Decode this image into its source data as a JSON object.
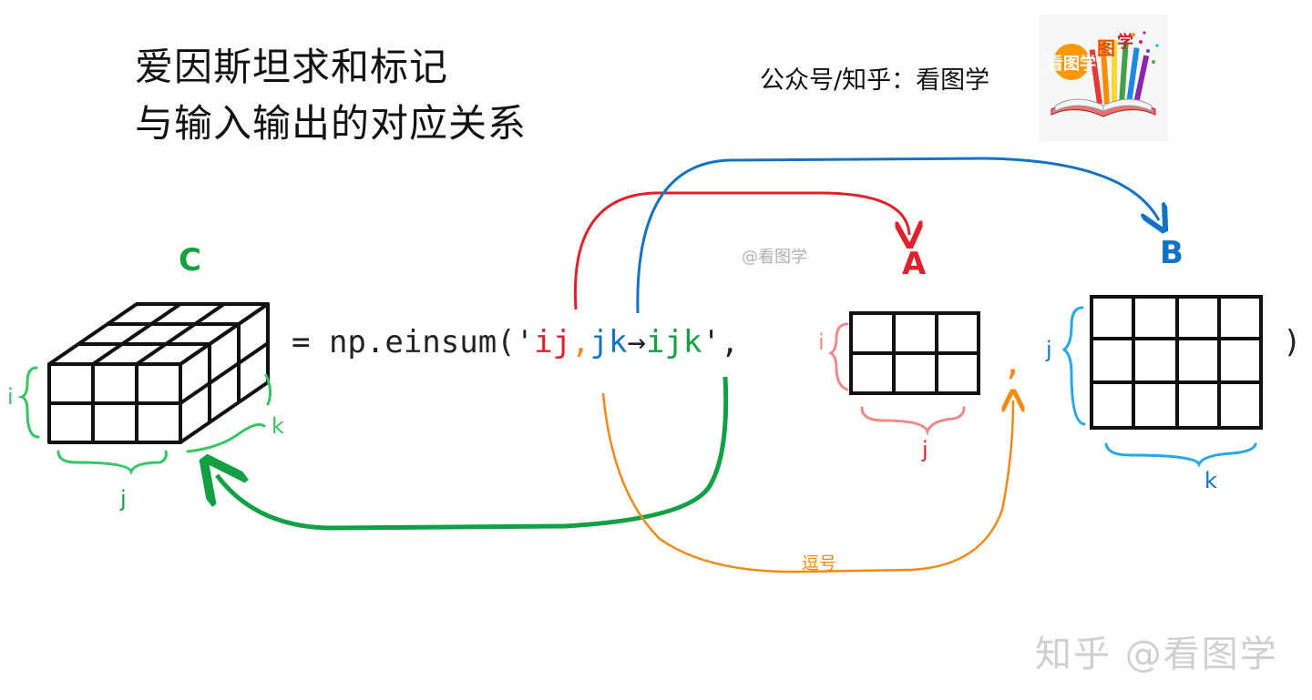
{
  "title": {
    "line1": "爱因斯坦求和标记",
    "line2": "与输入输出的对应关系"
  },
  "account": "公众号/知乎：看图学",
  "logo_text": "看图学",
  "code": {
    "prefix": "= np.einsum('",
    "sub_a": "ij",
    "comma": ",",
    "sub_b": "jk",
    "arrow": "→",
    "sub_out": "ijk",
    "suffix": "', ",
    "between": ",",
    "close": ")"
  },
  "labels": {
    "c": "C",
    "a": "A",
    "b": "B",
    "c_i": "i",
    "c_j": "j",
    "c_k": "k",
    "a_i": "i",
    "a_j": "j",
    "b_j": "j",
    "b_k": "k"
  },
  "comma_note": "逗号",
  "watermark_small": "@看图学",
  "watermark_big": "知乎 @看图学",
  "colors": {
    "i": "#e0202d",
    "jk": "#1273c6",
    "out": "#13a045",
    "comma": "#f08a14",
    "c_brace": "#36c464",
    "a_brace": "#f08a8a",
    "b_brace": "#29a6e8",
    "grid": "#111111"
  }
}
